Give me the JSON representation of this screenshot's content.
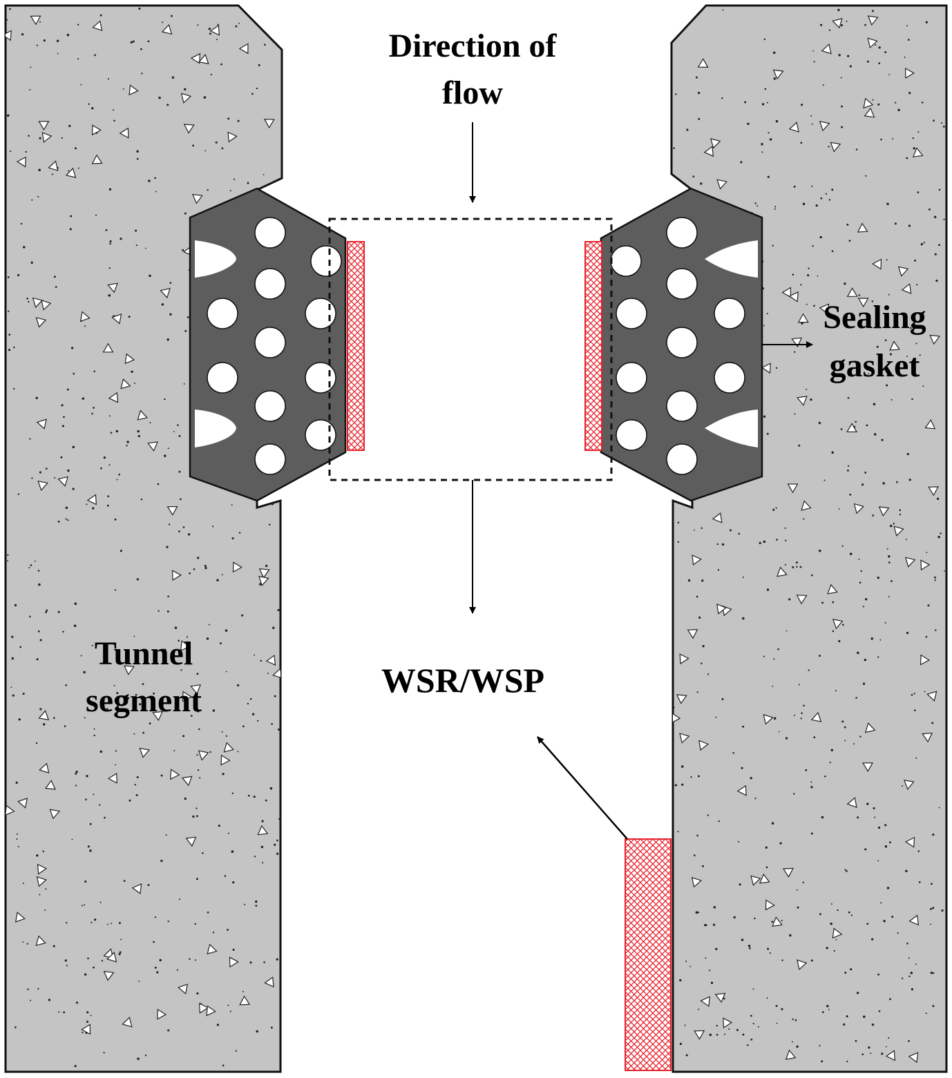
{
  "labels": {
    "flow_line1": "Direction of",
    "flow_line2": "flow",
    "seal_line1": "Sealing",
    "seal_line2": "gasket",
    "tunnel_line1": "Tunnel",
    "tunnel_line2": "segment",
    "material": "WSR/WSP"
  },
  "colors": {
    "concrete": "#c4c4c4",
    "gasket": "#5d5d5e",
    "hatch": "#e8202a",
    "outline": "#111111",
    "text": "#000000"
  }
}
